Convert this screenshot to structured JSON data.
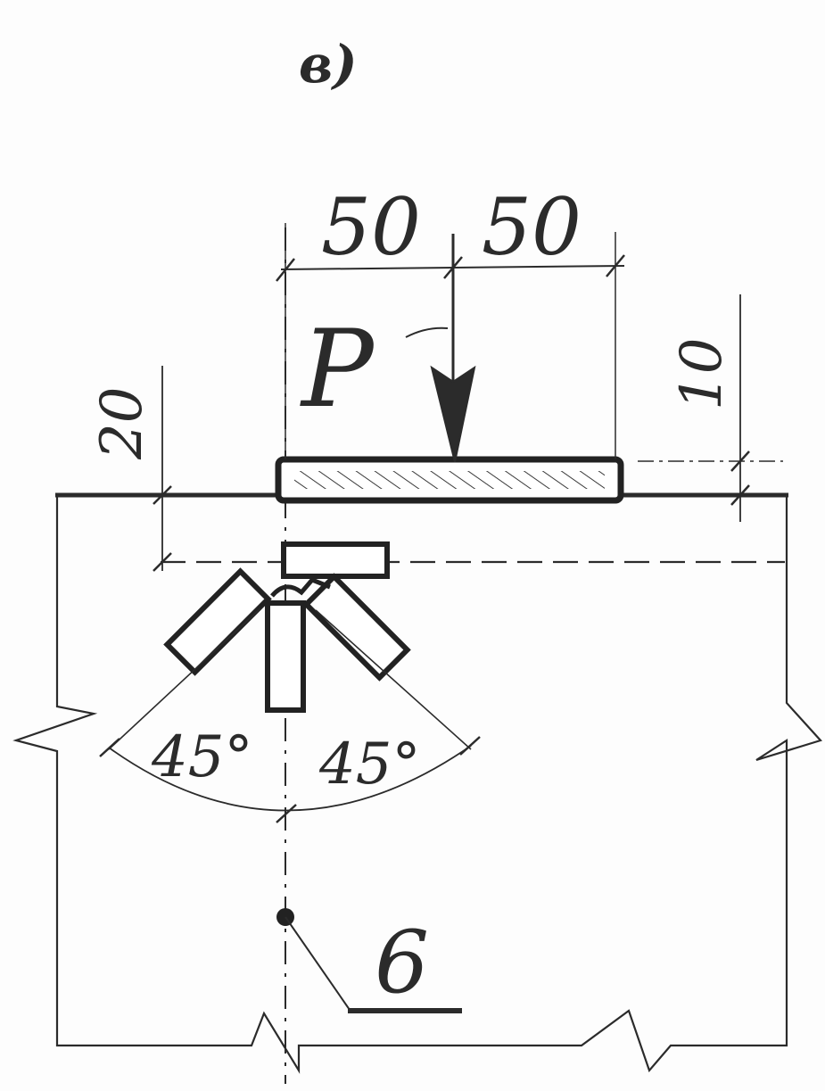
{
  "figure": {
    "panel_label": "в)"
  },
  "dimensions": {
    "top_left": "50",
    "top_right": "50",
    "left_vertical": "20",
    "right_vertical": "10"
  },
  "angles": {
    "left": "45°",
    "right": "45°"
  },
  "labels": {
    "load": "P",
    "callout_number": "6"
  }
}
